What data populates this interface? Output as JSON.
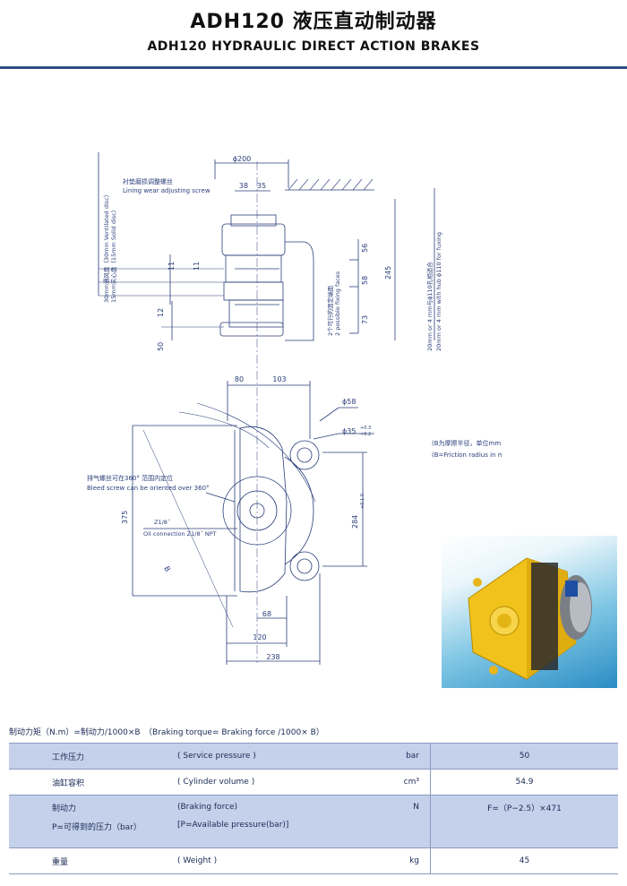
{
  "title_cn": "ADH120 液压直动制动器",
  "title_en": "ADH120 HYDRAULIC DIRECT ACTION BRAKES",
  "drawing": {
    "dim_phi200": "ϕ200",
    "dim_38": "38",
    "dim_35": "35",
    "dim_56": "56",
    "dim_58": "58",
    "dim_73": "73",
    "dim_245": "245",
    "dim_11a": "11",
    "dim_11b": "11",
    "dim_12": "12",
    "dim_50": "50",
    "dim_80": "80",
    "dim_103": "103",
    "dim_phi58": "ϕ58",
    "dim_phi35": "ϕ35",
    "dim_phi35_tol_upper": "+0.3",
    "dim_phi35_tol_lower": "+0.2",
    "dim_375": "375",
    "dim_284": "284",
    "dim_284_tol": "+0.1 0",
    "dim_68": "68",
    "dim_120": "120",
    "dim_238": "238",
    "dim_B": "B",
    "lining_cn": "衬垫磨损调整螺丝",
    "lining_en": "Lining wear adjusting screw",
    "disc_cn": "30mm通风盘（30mm Ventilated disc）",
    "disc_en": "15mm实心盘（15mm Solid disc）",
    "fixing_cn": "2个可行的固定端面",
    "fixing_en": "2 possible fixing faces",
    "hub_cn": "20mm or 4 mm与ϕ110孔相适合",
    "hub_en": "20mm or 4 mm with hub ϕ110 for fuxing",
    "bleed_cn": "排气螺丝可在360° 范围内定位",
    "bleed_en": "Bleed screw can be oriented over 360°",
    "oil_label": "Z1/8˝",
    "oil_en": "Oil connection Z1/8˝ NPT",
    "radius_cn": "(B为摩擦半径，单位mm)",
    "radius_en": "(B=Friction radius in mm)"
  },
  "photo": {
    "subject": "yellow hydraulic brake caliper"
  },
  "colors": {
    "accent": "#2d4e84",
    "row_blue": "#c5d1ea",
    "line": "#2a3f7a"
  },
  "table": {
    "formula": "制动力矩（N.m）=制动力/1000×B　（Braking torque= Braking force /1000× B）",
    "rows": [
      {
        "cn": "工作压力",
        "en": "( Service pressure )",
        "unit": "bar",
        "value": "50"
      },
      {
        "cn": "油缸容积",
        "en": "( Cylinder volume )",
        "unit": "cm³",
        "value": "54.9"
      },
      {
        "cn": "制动力",
        "en": "(Braking force)",
        "unit": "N",
        "value": "F=（P−2.5）×471"
      },
      {
        "cn": "P=可得到的压力（bar）",
        "en": "[P=Available pressure(bar)]",
        "unit": "",
        "value": ""
      },
      {
        "cn": "重量",
        "en": "( Weight )",
        "unit": "kg",
        "value": "45"
      }
    ]
  }
}
